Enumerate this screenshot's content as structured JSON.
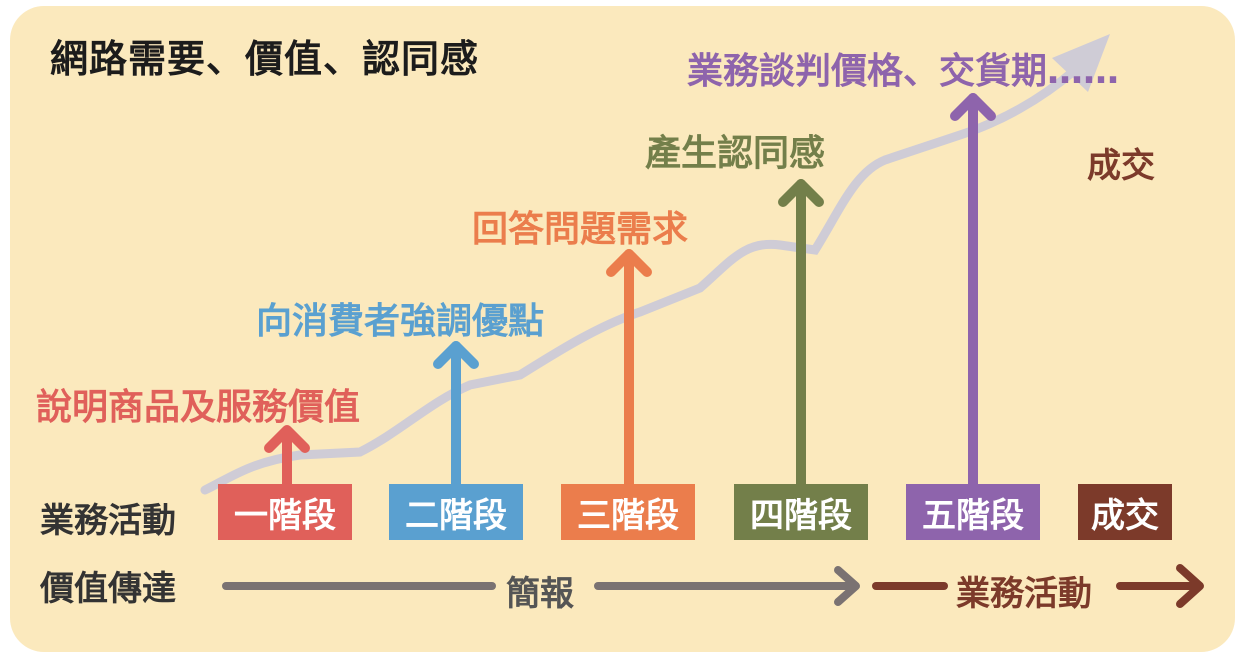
{
  "title": "網路需要、價值、認同感",
  "steps": [
    {
      "stage": "一階段",
      "label": "說明商品及服務價值",
      "color": "#e0605a"
    },
    {
      "stage": "二階段",
      "label": "向消費者強調優點",
      "color": "#5aa0d0"
    },
    {
      "stage": "三階段",
      "label": "回答問題需求",
      "color": "#eb7d4c"
    },
    {
      "stage": "四階段",
      "label": "產生認同感",
      "color": "#737f4a"
    },
    {
      "stage": "五階段",
      "label": "業務談判價格、交貨期……",
      "color": "#8e64ac"
    },
    {
      "stage": "成交",
      "label": "成交",
      "color": "#7c3a2a"
    }
  ],
  "rows": {
    "activity_label": "業務活動",
    "value_label": "價值傳達"
  },
  "bottom": {
    "presentation": "簡報",
    "activity": "業務活動"
  },
  "colors": {
    "background": "#fbe9bd",
    "trend_line": "#cfccd6",
    "arrow_gray": "#7a7272"
  }
}
